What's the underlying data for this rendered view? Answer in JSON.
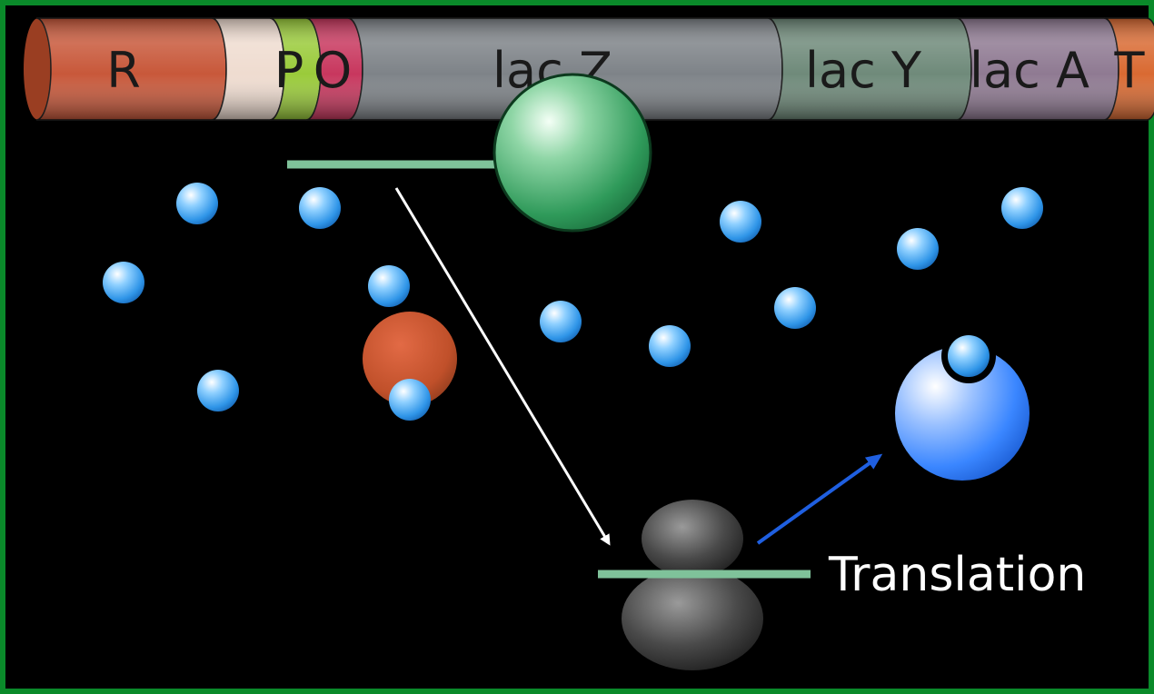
{
  "operon": {
    "segments": [
      {
        "id": "R",
        "label": "R",
        "color": "#c8583a"
      },
      {
        "id": "spacer",
        "label": "",
        "color": "#efdcd0"
      },
      {
        "id": "P",
        "label": "P",
        "color": "#9acb3a"
      },
      {
        "id": "O",
        "label": "O",
        "color": "#c8375e"
      },
      {
        "id": "lacZ",
        "label": "lac Z",
        "color": "#7e8388"
      },
      {
        "id": "lacY",
        "label": "lac Y",
        "color": "#6f8a7a"
      },
      {
        "id": "lacA",
        "label": "lac A",
        "color": "#8f7a92"
      },
      {
        "id": "T",
        "label": "T",
        "color": "#d96a32"
      }
    ]
  },
  "labels": {
    "translation": "Translation"
  },
  "colors": {
    "frame_border": "#0a8a2a",
    "background": "#000000",
    "mrna_strand": "#7fc29a",
    "rna_polymerase": "#2f9a5a",
    "repressor": "#c0502a",
    "lactose": "#49a8f0",
    "beta_galactosidase": "#2f7ef5",
    "ribosome": "#777777",
    "path_arrow": "#ffffff",
    "product_arrow": "#1f5fe0"
  }
}
